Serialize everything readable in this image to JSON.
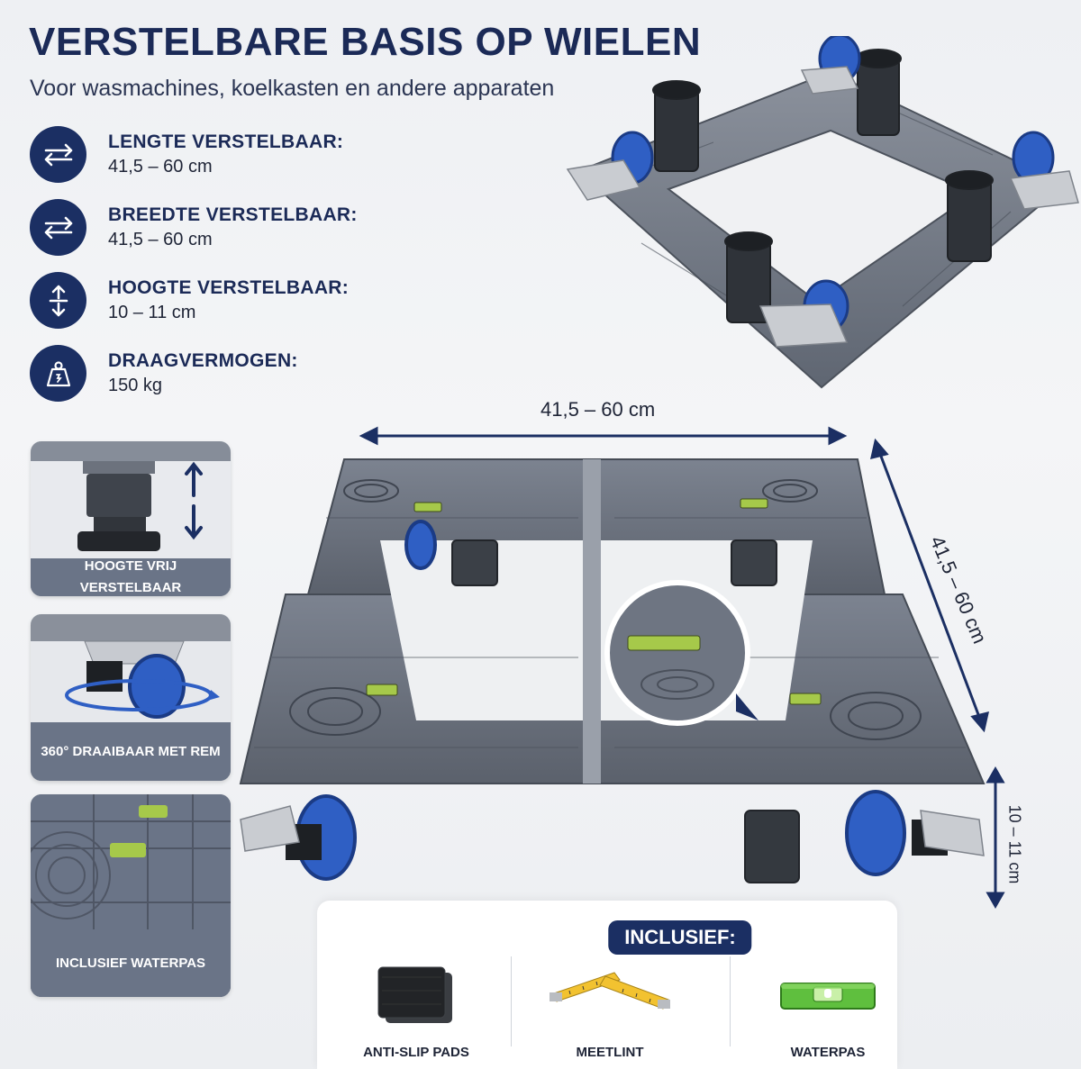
{
  "header": {
    "title": "VERSTELBARE BASIS OP WIELEN",
    "subtitle": "Voor wasmachines, koelkasten en andere apparaten"
  },
  "specs": [
    {
      "label": "LENGTE VERSTELBAAR:",
      "value": "41,5 – 60 cm",
      "icon": "horizontal-arrows-icon"
    },
    {
      "label": "BREEDTE VERSTELBAAR:",
      "value": "41,5 – 60 cm",
      "icon": "horizontal-arrows-icon"
    },
    {
      "label": "HOOGTE VERSTELBAAR:",
      "value": "10 – 11 cm",
      "icon": "vertical-arrows-icon"
    },
    {
      "label": "DRAAGVERMOGEN:",
      "value": "150 kg",
      "icon": "weight-icon"
    }
  ],
  "feature_panels": [
    {
      "caption": "HOOGTE VRIJ VERSTELBAAR"
    },
    {
      "caption": "360° DRAAIBAAR MET REM"
    },
    {
      "caption": "INCLUSIEF WATERPAS"
    }
  ],
  "dimensions": {
    "top": "41,5 – 60 cm",
    "side": "41,5 – 60 cm",
    "height": "10 – 11 cm"
  },
  "included": {
    "badge": "INCLUSIEF:",
    "items": [
      {
        "label": "ANTI-SLIP PADS",
        "icon": "anti-slip-pads-icon"
      },
      {
        "label": "MEETLINT",
        "icon": "measuring-tape-icon"
      },
      {
        "label": "WATERPAS",
        "icon": "spirit-level-icon"
      }
    ]
  },
  "colors": {
    "navy": "#1b2f63",
    "plastic_grey": "#6f7684",
    "wheel_blue": "#2f5fc4"
  }
}
